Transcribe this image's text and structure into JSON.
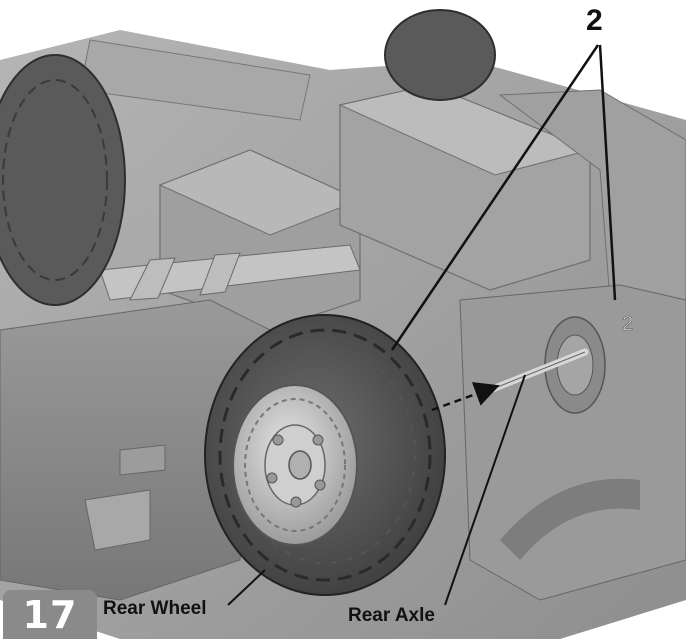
{
  "instruction": {
    "step_number": "17",
    "callout_number": "2",
    "labels": {
      "rear_wheel": "Rear Wheel",
      "rear_axle": "Rear Axle"
    },
    "tire_hub_label": "2"
  }
}
